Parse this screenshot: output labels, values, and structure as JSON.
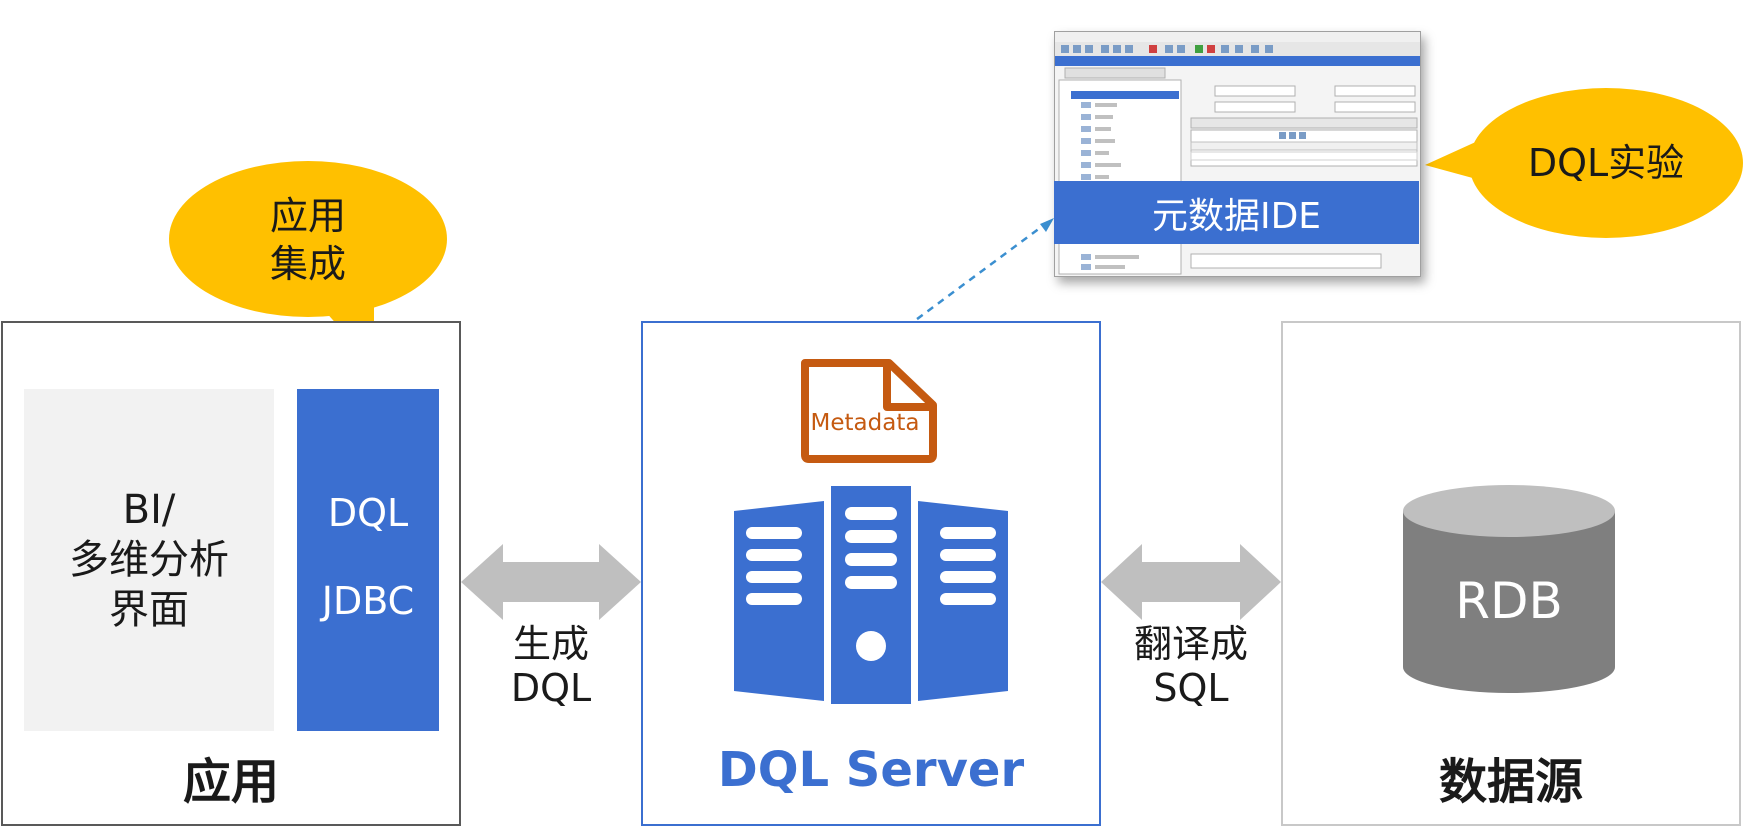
{
  "app": {
    "title": "应用",
    "bi_lines": [
      "BI/",
      "多维分析",
      "界面"
    ],
    "jdbc_lines": [
      "DQL",
      "JDBC"
    ],
    "bubble_lines": [
      "应用",
      "集成"
    ]
  },
  "arrows": {
    "left_lines": [
      "生成",
      "DQL"
    ],
    "right_lines": [
      "翻译成",
      "SQL"
    ]
  },
  "server": {
    "title": "DQL Server",
    "metadata_label": "Metadata"
  },
  "ide": {
    "banner": "元数据IDE",
    "bubble": "DQL实验"
  },
  "datasource": {
    "title": "数据源",
    "db_label": "RDB"
  },
  "colors": {
    "blue": "#3b6fd0",
    "yellow": "#ffc000",
    "gray_arrow": "#bfbfbf",
    "cylinder": "#7f7f7f",
    "metadata_orange": "#c55a11"
  }
}
